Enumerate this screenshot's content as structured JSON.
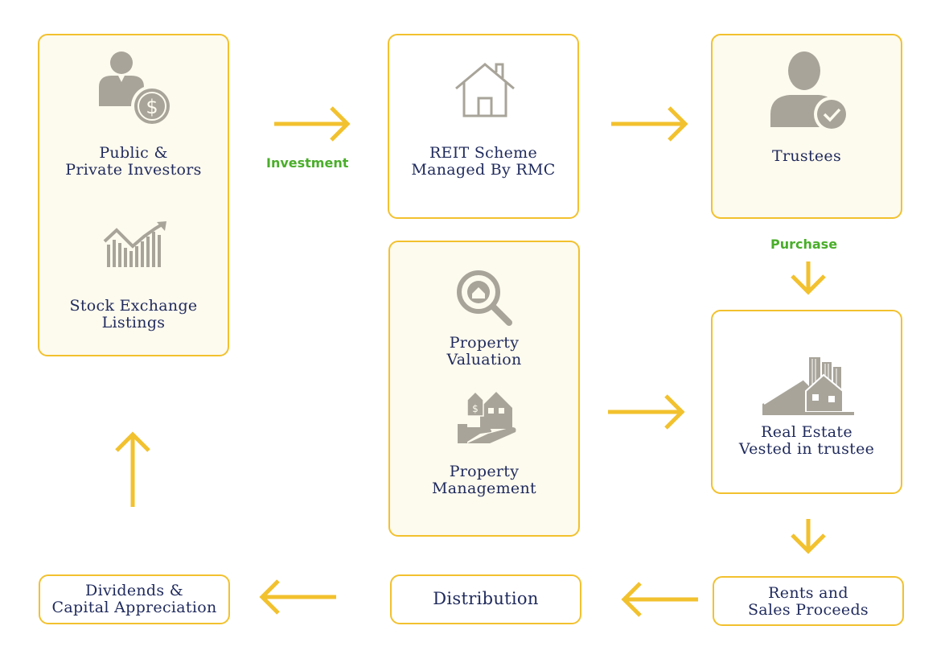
{
  "nodes": {
    "investors": {
      "label": "Public &\nPrivate Investors",
      "listing_label": "Stock Exchange\nListings"
    },
    "reit": {
      "label": "REIT Scheme\nManaged By RMC"
    },
    "trustees": {
      "label": "Trustees"
    },
    "property": {
      "valuation_label": "Property\nValuation",
      "management_label": "Property\nManagement"
    },
    "real_estate": {
      "label": "Real Estate\nVested in trustee"
    },
    "rents": {
      "label": "Rents and\nSales Proceeds"
    },
    "distribution": {
      "label": "Distribution"
    },
    "dividends": {
      "label": "Dividends &\nCapital Appreciation"
    }
  },
  "edges": {
    "investment_label": "Investment",
    "purchase_label": "Purchase"
  },
  "colors": {
    "border": "#f2c12e",
    "arrow": "#f2c12e",
    "text": "#1f2a5c",
    "edge_label": "#4aae2a",
    "icon": "#a8a49a",
    "cream": "#fdfaee"
  },
  "icons": [
    "investor-dollar-icon",
    "stock-chart-icon",
    "house-outline-icon",
    "trustee-check-icon",
    "property-search-icon",
    "property-hand-icon",
    "real-estate-buildings-icon"
  ]
}
